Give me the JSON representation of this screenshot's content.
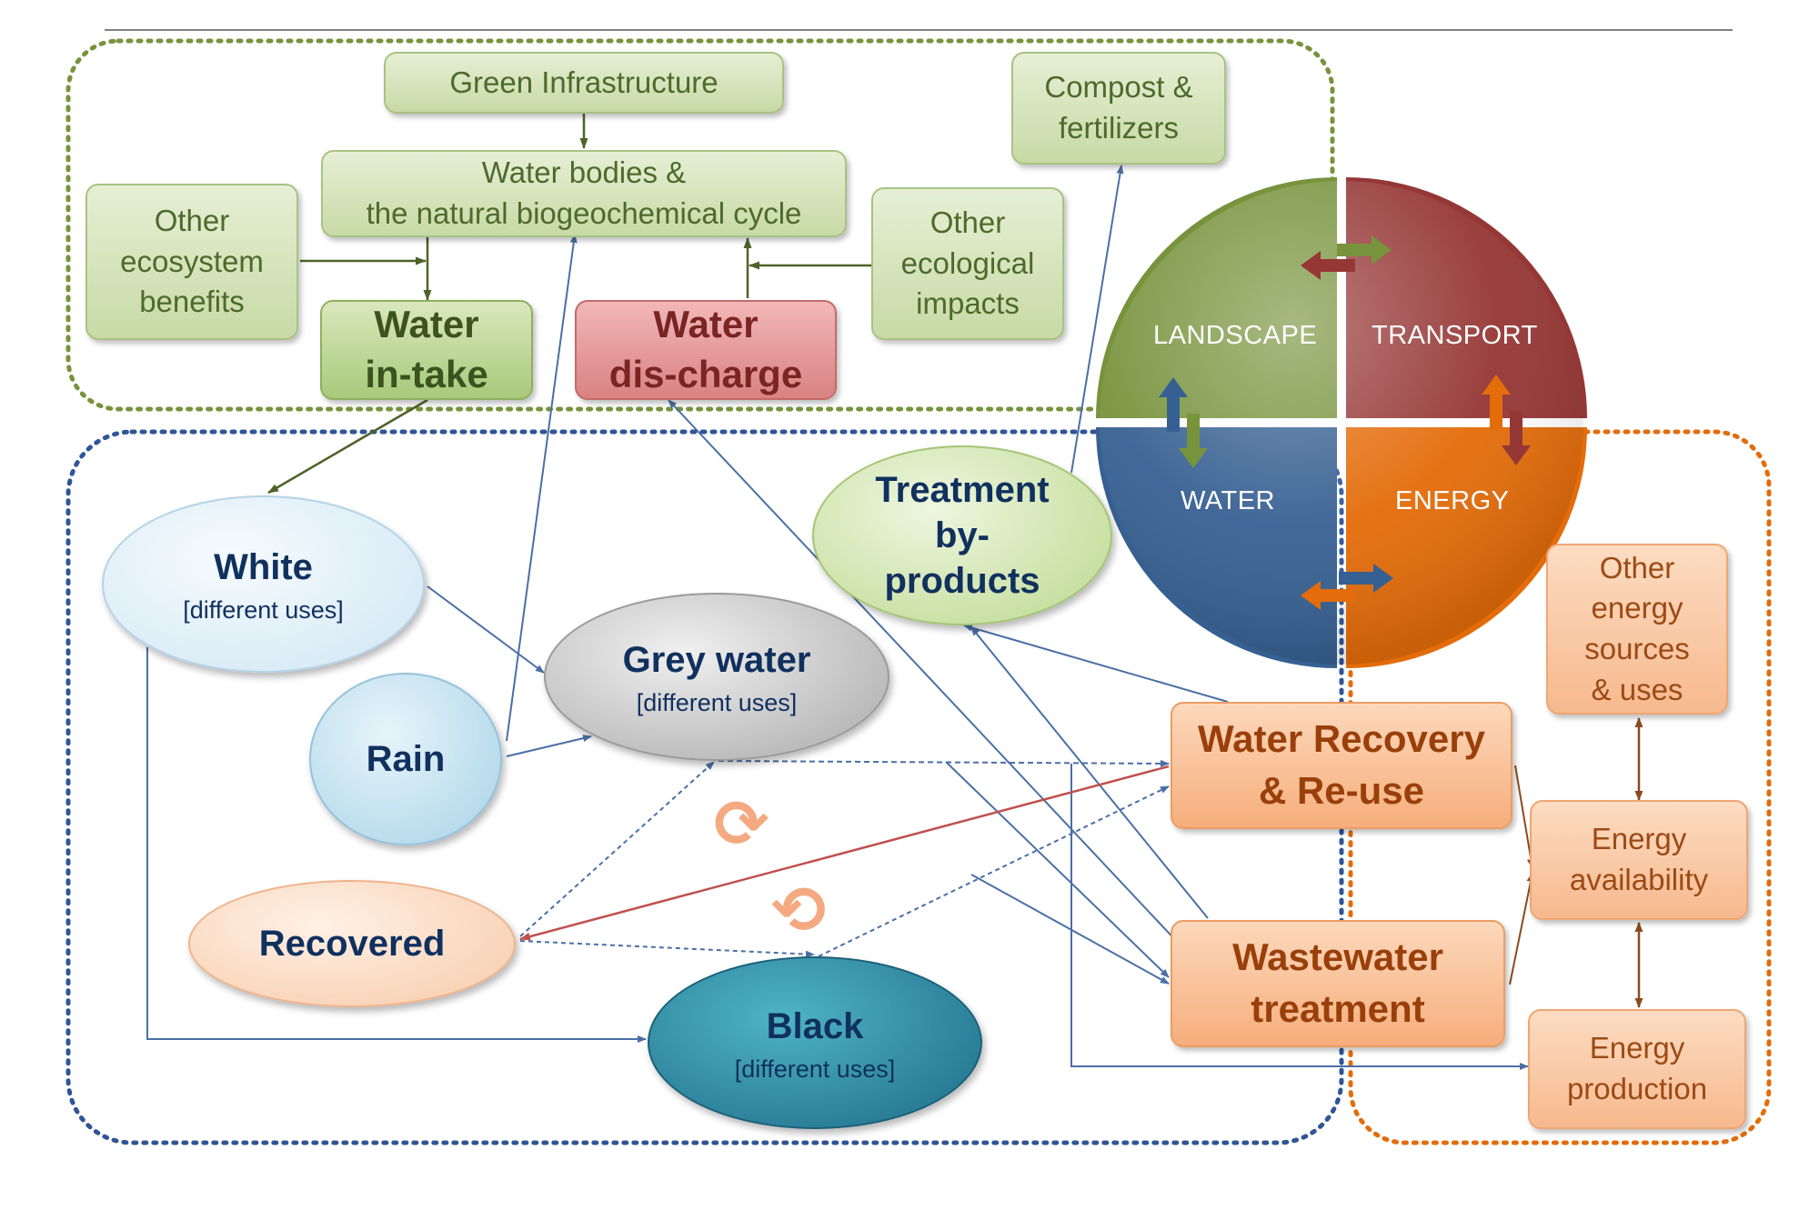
{
  "nodes": {
    "green_infrastructure": "Green Infrastructure",
    "compost_fertilizers": [
      "Compost &",
      "fertilizers"
    ],
    "water_bodies": [
      "Water bodies &",
      "the natural biogeochemical cycle"
    ],
    "other_ecosystem_benefits": [
      "Other",
      "ecosystem",
      "benefits"
    ],
    "other_ecological_impacts": [
      "Other",
      "ecological",
      "impacts"
    ],
    "water_intake": [
      "Water",
      "in-take"
    ],
    "water_discharge": [
      "Water",
      "dis-charge"
    ],
    "white": {
      "title": "White",
      "sub": "[different uses]"
    },
    "rain": "Rain",
    "grey_water": {
      "title": "Grey water",
      "sub": "[different uses]"
    },
    "recovered": "Recovered",
    "black": {
      "title": "Black",
      "sub": "[different uses]"
    },
    "treatment_byproducts": [
      "Treatment",
      "by-",
      "products"
    ],
    "water_recovery": [
      "Water Recovery",
      "& Re-use"
    ],
    "wastewater_treatment": [
      "Wastewater",
      "treatment"
    ],
    "other_energy": [
      "Other",
      "energy",
      "sources",
      "& uses"
    ],
    "energy_availability": [
      "Energy",
      "availability"
    ],
    "energy_production": [
      "Energy",
      "production"
    ]
  },
  "quadrants": {
    "landscape": "LANDSCAPE",
    "transport": "TRANSPORT",
    "water": "WATER",
    "energy": "ENERGY"
  },
  "colors": {
    "landscape": "#77933c",
    "transport": "#953735",
    "water": "#376092",
    "energy": "#e46c0a",
    "green_border": "#77933c",
    "blue_border": "#2f5597",
    "orange_border": "#e46c0a",
    "flow_blue": "#4a6fa5",
    "flow_green": "#4f6228",
    "flow_red": "#c0504d",
    "flow_orange": "#b0602a"
  },
  "icons": [
    "cycle-arrow-icon",
    "cycle-arrow-icon"
  ]
}
